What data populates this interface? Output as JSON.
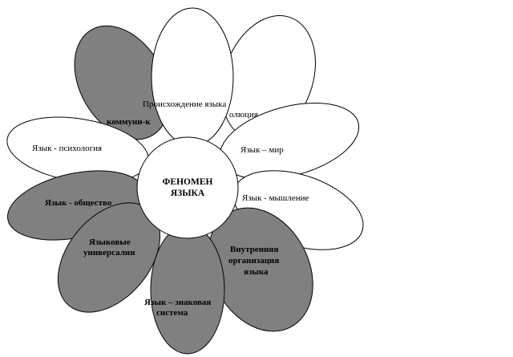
{
  "colors": {
    "shaded": "#808080",
    "plain": "#ffffff",
    "outline": "#000000"
  },
  "diagram": {
    "center": {
      "line1": "ФЕНОМЕН",
      "line2": "ЯЗЫКА"
    },
    "petals": {
      "communication": {
        "label": "коммуни-к"
      },
      "origin": {
        "label": "Происхождение языка"
      },
      "evolution": {
        "label": "олюция"
      },
      "psychology": {
        "label": "Язык - психология"
      },
      "world": {
        "label": "Язык – мир"
      },
      "thinking": {
        "label": "Язык - мышление"
      },
      "society": {
        "label": "Язык - общество"
      },
      "universals": {
        "line1": "Языковые",
        "line2": "универсалии"
      },
      "internal": {
        "line1": "Внутренняя",
        "line2": "организация",
        "line3": "языка"
      },
      "sign_system": {
        "line1": "Язык – знаковая",
        "line2": "система"
      }
    }
  }
}
